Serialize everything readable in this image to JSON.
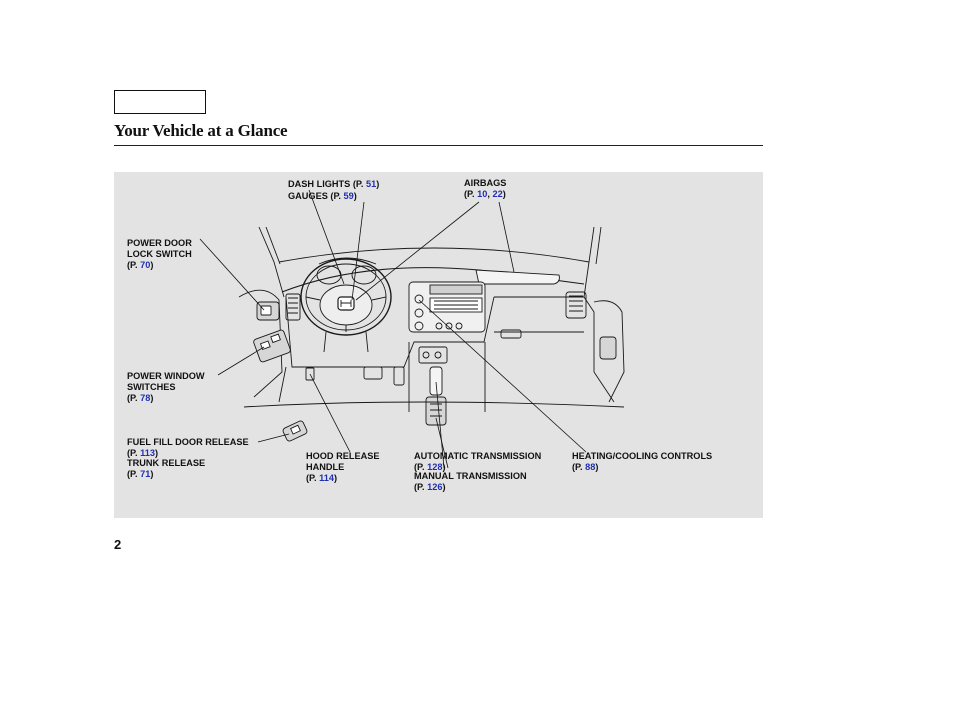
{
  "header": {
    "tab_box_text": "",
    "title": "Your Vehicle at a Glance"
  },
  "callouts": {
    "dash_lights": {
      "text": "DASH LIGHTS",
      "page_prefix": "(P. ",
      "page": "51",
      "page_suffix": ")"
    },
    "gauges": {
      "text": "GAUGES",
      "page_prefix": "(P. ",
      "page": "59",
      "page_suffix": ")"
    },
    "airbags": {
      "text": "AIRBAGS",
      "page_prefix": "(P. ",
      "page1": "10",
      "sep": ", ",
      "page2": "22",
      "page_suffix": ")"
    },
    "power_door_lock": {
      "line1": "POWER DOOR",
      "line2": "LOCK SWITCH",
      "page_prefix": "(P. ",
      "page": "70",
      "page_suffix": ")"
    },
    "power_window": {
      "line1": "POWER WINDOW",
      "line2": "SWITCHES",
      "page_prefix": "(P. ",
      "page": "78",
      "page_suffix": ")"
    },
    "fuel_fill": {
      "text": "FUEL FILL DOOR RELEASE",
      "page_prefix": "(P. ",
      "page": "113",
      "page_suffix": ")"
    },
    "trunk_release": {
      "text": "TRUNK RELEASE",
      "page_prefix": "(P. ",
      "page": "71",
      "page_suffix": ")"
    },
    "hood_release": {
      "line1": "HOOD RELEASE",
      "line2": "HANDLE",
      "page_prefix": "(P. ",
      "page": "114",
      "page_suffix": ")"
    },
    "automatic_transmission": {
      "text": "AUTOMATIC TRANSMISSION",
      "page_prefix": "(P. ",
      "page": "128",
      "page_suffix": ")"
    },
    "manual_transmission": {
      "text": "MANUAL TRANSMISSION",
      "page_prefix": "(P. ",
      "page": "126",
      "page_suffix": ")"
    },
    "heating_cooling": {
      "text": "HEATING/COOLING CONTROLS",
      "page_prefix": "(P. ",
      "page": "88",
      "page_suffix": ")"
    }
  },
  "footer": {
    "page_number": "2"
  },
  "colors": {
    "page_link": "#1f2fb0",
    "figure_background": "#e3e3e3",
    "line_art": "#1a1a1a"
  }
}
